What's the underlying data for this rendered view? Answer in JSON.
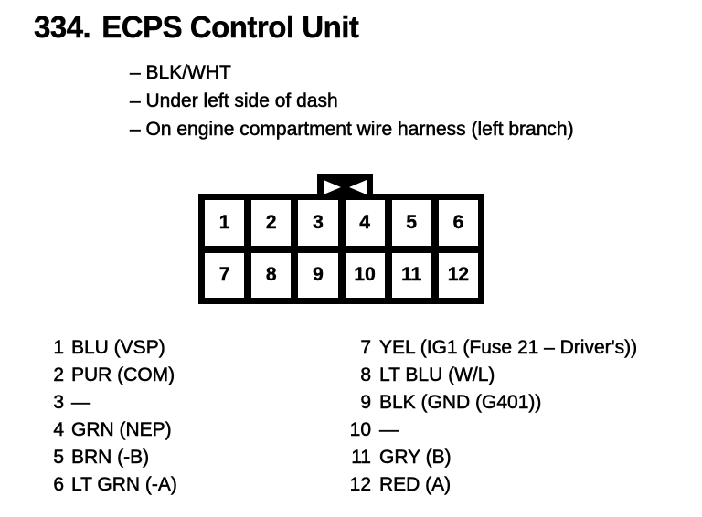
{
  "colors": {
    "ink": "#000000",
    "paper": "#ffffff"
  },
  "header": {
    "section_number": "334.",
    "title": "ECPS Control Unit"
  },
  "notes": {
    "items": [
      "– BLK/WHT",
      "– Under left side of dash",
      "– On engine compartment wire harness (left branch)"
    ]
  },
  "connector": {
    "pins_top": [
      "1",
      "2",
      "3",
      "4",
      "5",
      "6"
    ],
    "pins_bottom": [
      "7",
      "8",
      "9",
      "10",
      "11",
      "12"
    ]
  },
  "pinout": {
    "left": [
      {
        "pin": "1",
        "label": "BLU (VSP)"
      },
      {
        "pin": "2",
        "label": "PUR (COM)"
      },
      {
        "pin": "3",
        "label": "—"
      },
      {
        "pin": "4",
        "label": "GRN (NEP)"
      },
      {
        "pin": "5",
        "label": "BRN (-B)"
      },
      {
        "pin": "6",
        "label": "LT GRN (-A)"
      }
    ],
    "right": [
      {
        "pin": "7",
        "label": "YEL (IG1 (Fuse 21 – Driver's))"
      },
      {
        "pin": "8",
        "label": "LT BLU (W/L)"
      },
      {
        "pin": "9",
        "label": "BLK (GND (G401))"
      },
      {
        "pin": "10",
        "label": "—"
      },
      {
        "pin": "11",
        "label": "GRY (B)"
      },
      {
        "pin": "12",
        "label": "RED (A)"
      }
    ]
  }
}
